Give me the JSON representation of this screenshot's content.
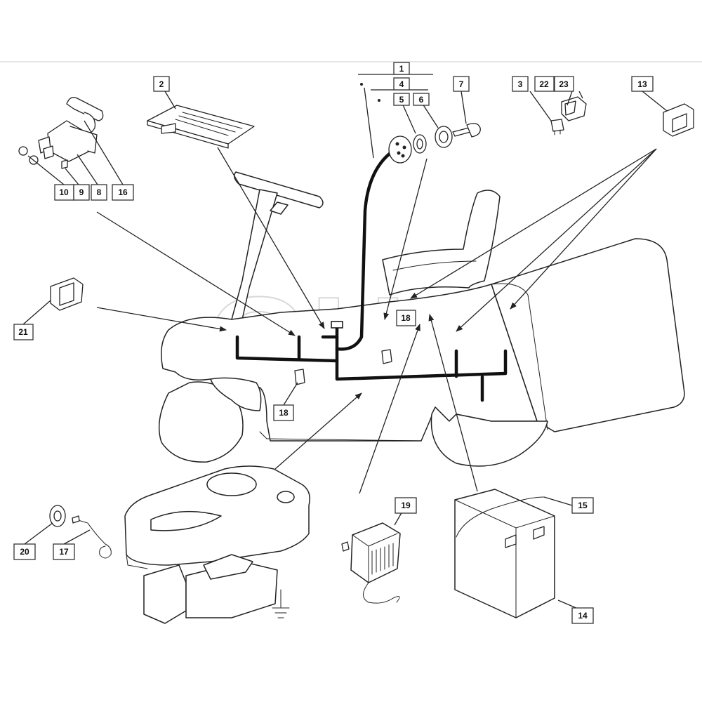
{
  "watermark": "GHS",
  "callouts": {
    "c1": "1",
    "c2": "2",
    "c3": "3",
    "c4": "4",
    "c5": "5",
    "c6": "6",
    "c7": "7",
    "c8": "8",
    "c9": "9",
    "c10": "10",
    "c13": "13",
    "c14": "14",
    "c15": "15",
    "c16": "16",
    "c17": "17",
    "c18a": "18",
    "c18b": "18",
    "c19": "19",
    "c20": "20",
    "c21": "21",
    "c22": "22",
    "c23": "23"
  }
}
